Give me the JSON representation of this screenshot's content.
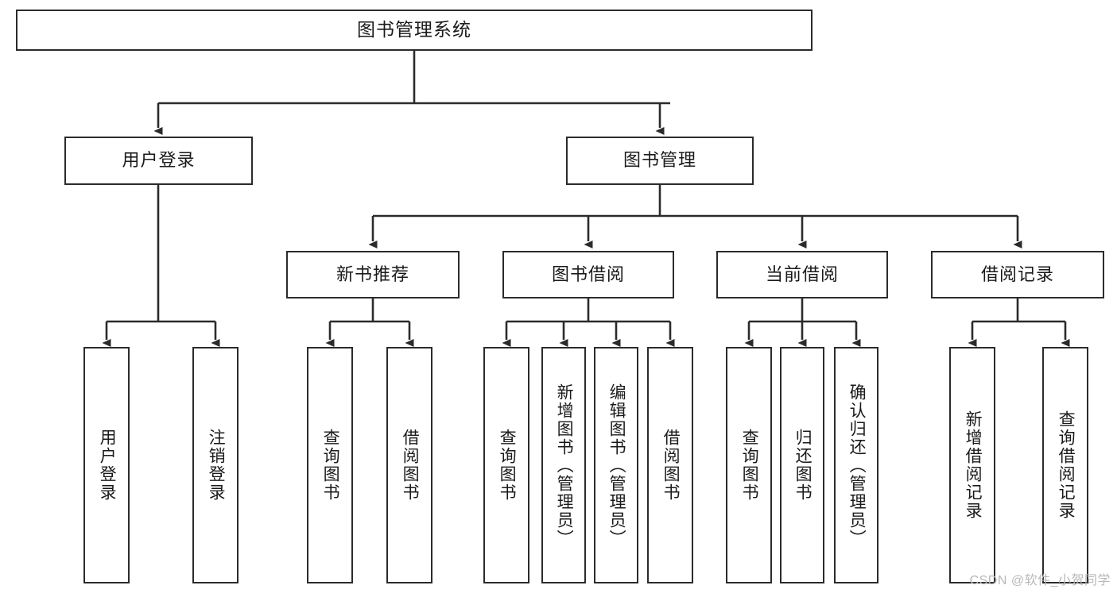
{
  "diagram": {
    "title": "图书管理系统",
    "type": "tree-hierarchy-chart",
    "stroke_color": "#2b2b2b",
    "text_color": "#1a1a1a",
    "background_color": "#ffffff",
    "watermark": "CSDN @软件_小贺同学",
    "levels": {
      "level1": {
        "root": {
          "label": "图书管理系统"
        }
      },
      "level2": [
        {
          "label": "用户登录"
        },
        {
          "label": "图书管理"
        }
      ],
      "level3": [
        {
          "label": "新书推荐"
        },
        {
          "label": "图书借阅"
        },
        {
          "label": "当前借阅"
        },
        {
          "label": "借阅记录"
        }
      ],
      "leaves": {
        "user_login": [
          {
            "label": "用户登录"
          },
          {
            "label": "注销登录"
          }
        ],
        "new_book_recommend": [
          {
            "label": "查询图书"
          },
          {
            "label": "借阅图书"
          }
        ],
        "book_borrow": [
          {
            "label": "查询图书"
          },
          {
            "label": "新增图书（管理员）"
          },
          {
            "label": "编辑图书（管理员）"
          },
          {
            "label": "借阅图书"
          }
        ],
        "current_borrow": [
          {
            "label": "查询图书"
          },
          {
            "label": "归还图书"
          },
          {
            "label": "确认归还（管理员）"
          }
        ],
        "borrow_record": [
          {
            "label": "新增借阅记录"
          },
          {
            "label": "查询借阅记录"
          }
        ]
      }
    }
  }
}
